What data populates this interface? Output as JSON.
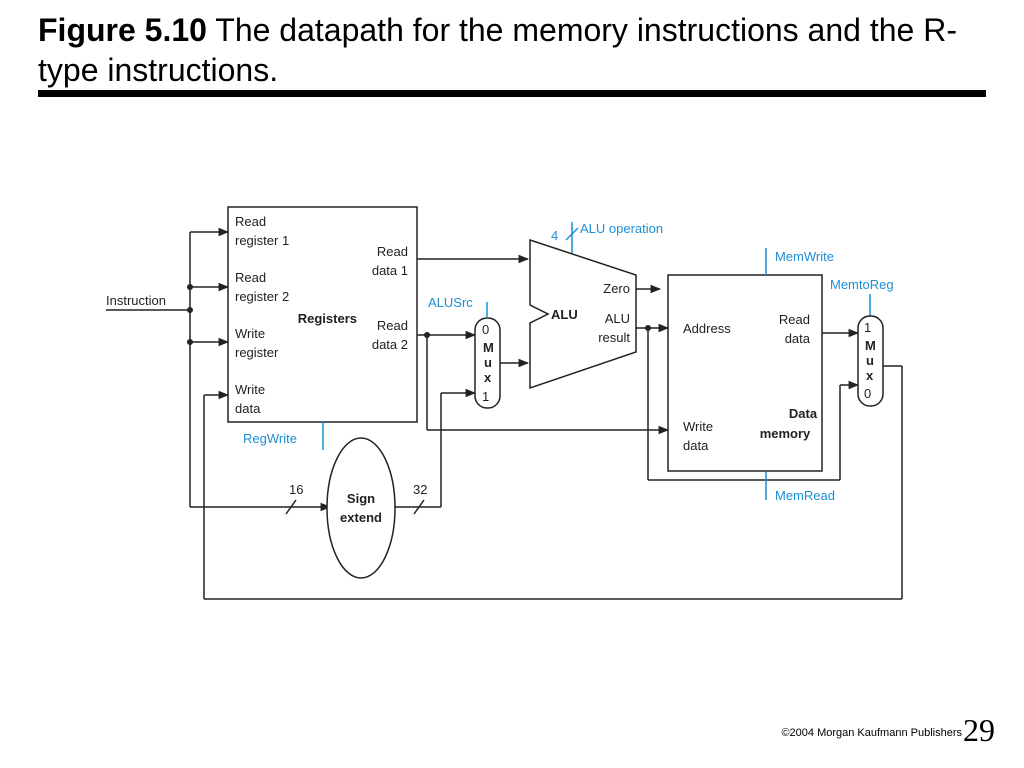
{
  "title": {
    "figure_number": "Figure 5.10",
    "caption": "The datapath for the memory instructions and the R-type instructions."
  },
  "footer": {
    "copyright_symbol": "©",
    "copyright_text": "2004 Morgan Kaufmann Publishers",
    "page_number": "29"
  },
  "diagram": {
    "instruction": "Instruction",
    "registers": {
      "name": "Registers",
      "read_reg1_a": "Read",
      "read_reg1_b": "register 1",
      "read_reg2_a": "Read",
      "read_reg2_b": "register 2",
      "write_reg_a": "Write",
      "write_reg_b": "register",
      "write_data_a": "Write",
      "write_data_b": "data",
      "read_data1_a": "Read",
      "read_data1_b": "data 1",
      "read_data2_a": "Read",
      "read_data2_b": "data 2"
    },
    "alu": {
      "name": "ALU",
      "zero": "Zero",
      "result_a": "ALU",
      "result_b": "result"
    },
    "mux_alusrc": {
      "top": "0",
      "m": "M",
      "u": "u",
      "x": "x",
      "bottom": "1"
    },
    "mux_memtoreg": {
      "top": "1",
      "m": "M",
      "u": "u",
      "x": "x",
      "bottom": "0"
    },
    "data_memory": {
      "name_a": "Data",
      "name_b": "memory",
      "address": "Address",
      "read_data_a": "Read",
      "read_data_b": "data",
      "write_data_a": "Write",
      "write_data_b": "data"
    },
    "sign_extend": {
      "a": "Sign",
      "b": "extend",
      "in_bits": "16",
      "out_bits": "32"
    },
    "controls": {
      "alu_operation": "ALU operation",
      "alu_op_bits": "4",
      "alusrc": "ALUSrc",
      "regwrite": "RegWrite",
      "memwrite": "MemWrite",
      "memtoreg": "MemtoReg",
      "memread": "MemRead"
    },
    "colors": {
      "control": "#1b8fd6",
      "wire": "#222222"
    }
  }
}
